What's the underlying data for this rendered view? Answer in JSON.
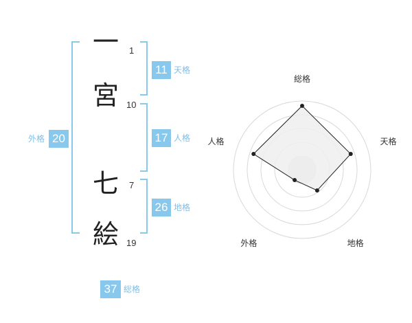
{
  "name": {
    "chars": [
      {
        "char": "一",
        "strokes": "1"
      },
      {
        "char": "宮",
        "strokes": "10"
      },
      {
        "char": "七",
        "strokes": "7"
      },
      {
        "char": "絵",
        "strokes": "19"
      }
    ]
  },
  "fortune": {
    "tenkaku": {
      "value": "11",
      "label": "天格"
    },
    "jinkaku": {
      "value": "17",
      "label": "人格"
    },
    "chikaku": {
      "value": "26",
      "label": "地格"
    },
    "gaikaku": {
      "value": "20",
      "label": "外格"
    },
    "soukaku": {
      "value": "37",
      "label": "総格"
    }
  },
  "chart_data": {
    "type": "radar",
    "axes": [
      "総格",
      "天格",
      "地格",
      "外格",
      "人格"
    ],
    "values": [
      5,
      4,
      2,
      1,
      4
    ],
    "max": 5,
    "rings": 5,
    "colors": {
      "fill": "#efefef",
      "line": "#222222",
      "grid": "#d8d8d8",
      "point": "#222222"
    }
  }
}
